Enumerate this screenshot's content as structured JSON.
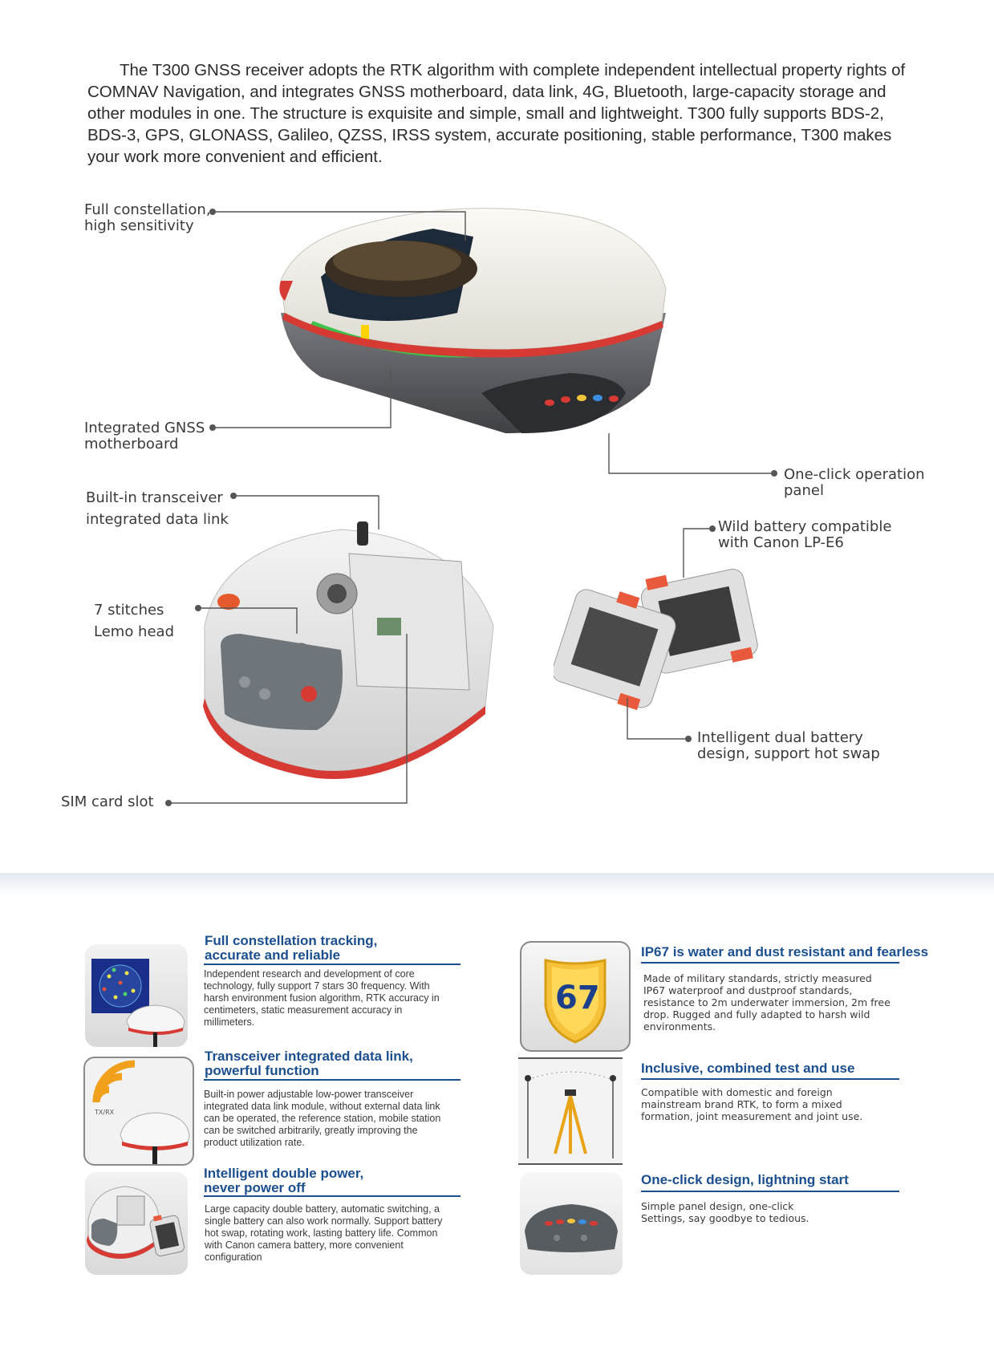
{
  "intro": "The T300 GNSS receiver adopts the RTK algorithm with complete independent intellectual property rights of COMNAV Navigation, and integrates GNSS motherboard, data link, 4G, Bluetooth, large-capacity storage and other modules in one. The structure is exquisite and simple, small and lightweight. T300 fully supports BDS-2, BDS-3, GPS, GLONASS, Galileo, QZSS, IRSS system, accurate positioning, stable performance, T300 makes your work more convenient and efficient.",
  "callouts": {
    "constellation": [
      "Full constellation,",
      "high sensitivity"
    ],
    "motherboard": [
      "Integrated GNSS",
      "motherboard"
    ],
    "panel": [
      "One-click operation",
      "panel"
    ],
    "transceiver": [
      "Built-in transceiver",
      "integrated data link"
    ],
    "lemo": [
      "7 stitches",
      "Lemo head"
    ],
    "sim": "SIM card slot",
    "battery": [
      "Wild battery compatible",
      "with Canon LP-E6"
    ],
    "dual_battery": [
      "Intelligent dual battery",
      "design, support hot swap"
    ]
  },
  "features": {
    "left": [
      {
        "title": [
          "Full constellation tracking,",
          "accurate and reliable"
        ],
        "body": [
          "Independent research and development of core",
          "technology, fully support 7 stars 30 frequency. With",
          "harsh environment fusion algorithm, RTK accuracy in",
          "centimeters, static measurement accuracy in",
          "millimeters."
        ],
        "icon": "constellation-receiver-icon"
      },
      {
        "title": [
          "Transceiver integrated data link,",
          "powerful function"
        ],
        "body": [
          "Built-in power adjustable low-power transceiver",
          "integrated data link module, without external data link",
          "can be operated, the reference station, mobile station",
          "can be switched arbitrarily, greatly improving the",
          "product utilization rate."
        ],
        "icon": "txrx-radio-icon",
        "icon_label": "TX/RX"
      },
      {
        "title": [
          "Intelligent double power,",
          "never power off"
        ],
        "body": [
          "Large capacity double battery, automatic switching, a",
          "single battery can also work normally. Support battery",
          "hot swap, rotating work, lasting battery life. Common",
          "with Canon camera battery, more convenient",
          "configuration"
        ],
        "icon": "double-battery-icon"
      }
    ],
    "right": [
      {
        "title": [
          "IP67 is water and dust resistant and fearless"
        ],
        "body": [
          "Made of military standards, strictly measured",
          "IP67 waterproof and dustproof standards,",
          "resistance to 2m underwater immersion, 2m free",
          "drop. Rugged and fully adapted to harsh wild",
          "environments."
        ],
        "icon": "ip67-shield-icon",
        "icon_label": "67"
      },
      {
        "title": [
          "Inclusive, combined test and use"
        ],
        "body": [
          "Compatible with domestic and foreign",
          "mainstream brand RTK, to form a mixed",
          "formation, joint measurement and joint use."
        ],
        "icon": "tripod-network-icon"
      },
      {
        "title": [
          "One-click design, lightning start"
        ],
        "body": [
          "Simple panel design, one-click",
          "Settings, say goodbye to tedious."
        ],
        "icon": "control-panel-icon"
      }
    ]
  },
  "colors": {
    "accent_blue": "#1b4f8f",
    "brand_red": "#d63a33",
    "shell_white": "#f1efe9",
    "body_gray": "#5c5d61"
  }
}
